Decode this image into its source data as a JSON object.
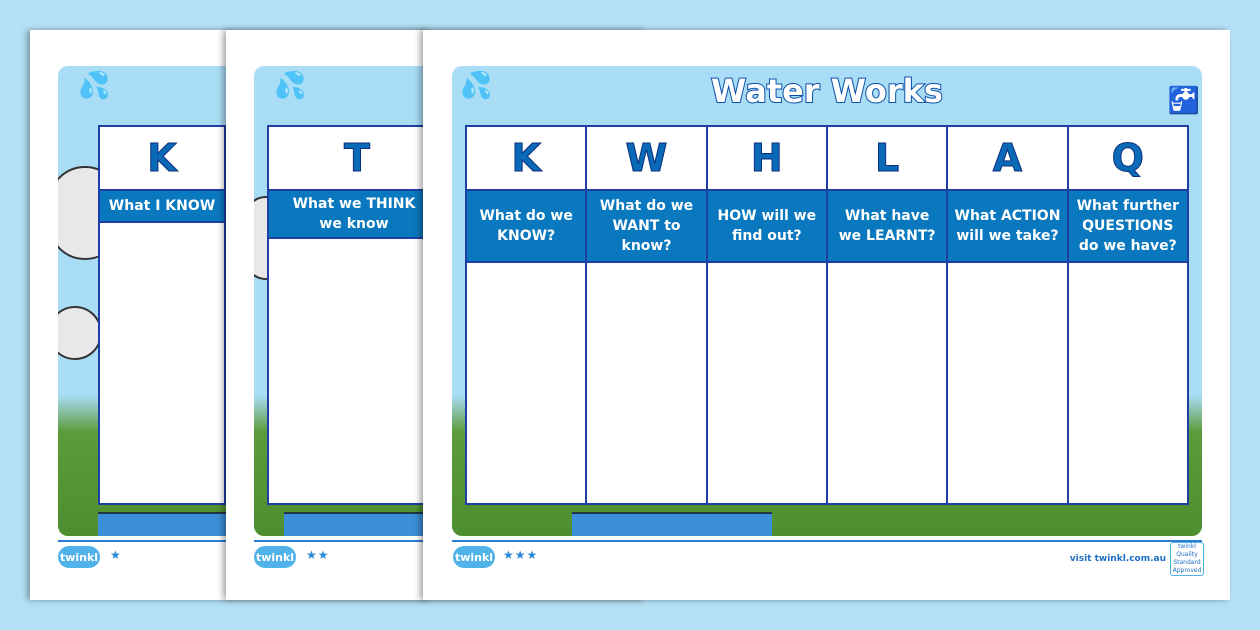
{
  "pages": [
    {
      "level_stars": "★",
      "columns": [
        {
          "letter": "K",
          "question": "What I KNOW"
        }
      ]
    },
    {
      "level_stars": "★★",
      "columns": [
        {
          "letter": "T",
          "question": "What we THINK we know"
        }
      ]
    },
    {
      "title": "Water Works",
      "level_stars": "★★★",
      "columns": [
        {
          "letter": "K",
          "question": "What do we KNOW?"
        },
        {
          "letter": "W",
          "question": "What do we WANT to know?"
        },
        {
          "letter": "H",
          "question": "HOW will we find out?"
        },
        {
          "letter": "L",
          "question": "What have we LEARNT?"
        },
        {
          "letter": "A",
          "question": "What ACTION will we take?"
        },
        {
          "letter": "Q",
          "question": "What further QUESTIONS do we have?"
        }
      ]
    }
  ],
  "brand": {
    "logo": "twinkl",
    "visit": "visit twinkl.com.au",
    "badge": "twinkl Quality Standard Approved"
  },
  "colors": {
    "header_blue": "#0a78be",
    "letter_blue": "#0a6ab8",
    "background": "#b5e1f7"
  }
}
